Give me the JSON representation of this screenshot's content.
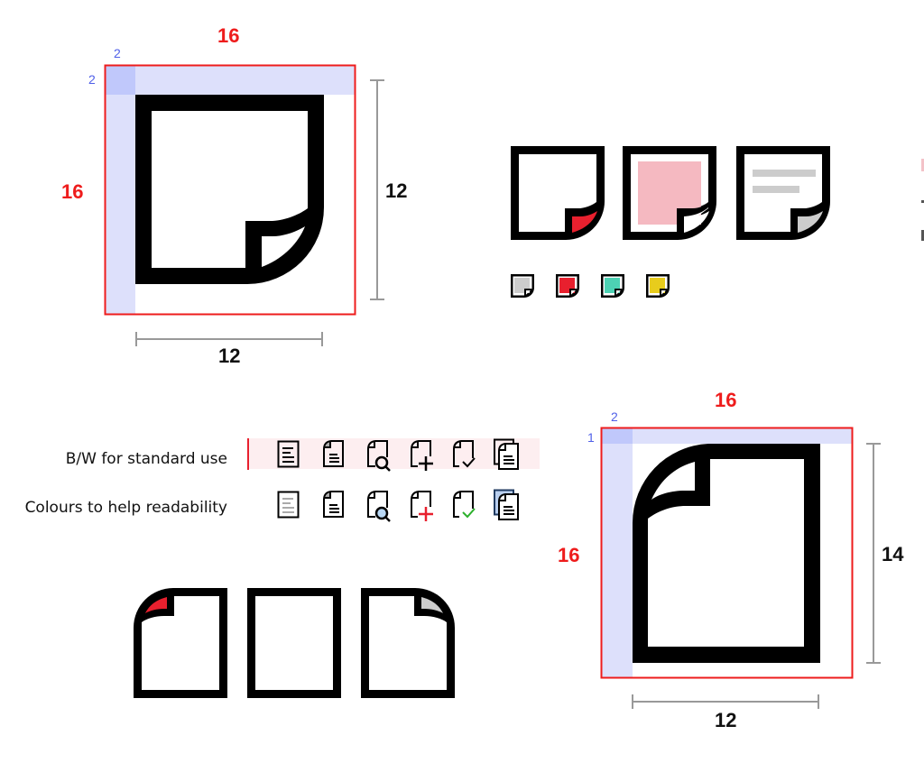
{
  "diagram_top_left": {
    "grid_size": "16",
    "grid_height": "16",
    "padding_top": "2",
    "padding_left": "2",
    "icon_width": "12",
    "icon_height": "12",
    "icon": "sticky-note-icon"
  },
  "sticky_variants": {
    "large": [
      {
        "name": "sticky-note-red-fold",
        "fold_color": "#e8202e",
        "content": "none"
      },
      {
        "name": "sticky-note-pink-fill",
        "fill_color": "#f5b9c1",
        "content": "pink-square"
      },
      {
        "name": "sticky-note-text-lines",
        "fold_color": "#cccccc",
        "content": "grey-lines",
        "line_color": "#cccccc"
      }
    ],
    "small": [
      {
        "name": "sticky-note-grey",
        "color": "#cccccc"
      },
      {
        "name": "sticky-note-red",
        "color": "#e8202e"
      },
      {
        "name": "sticky-note-teal",
        "color": "#4dd2b4"
      },
      {
        "name": "sticky-note-yellow",
        "color": "#e8cc1c"
      }
    ]
  },
  "icon_rows": {
    "bw_label": "B/W for standard use",
    "colour_label": "Colours to help readability",
    "highlight_color": "#fdeef0",
    "marker_color": "#e8202e",
    "icons": [
      {
        "name": "document-text-icon"
      },
      {
        "name": "document-fold-text-icon"
      },
      {
        "name": "document-search-icon",
        "accent": "#b9d8f5"
      },
      {
        "name": "document-add-icon",
        "accent": "#e8202e"
      },
      {
        "name": "document-check-icon",
        "accent": "#2cb02c"
      },
      {
        "name": "documents-copy-icon",
        "accent": "#b9cfef"
      }
    ]
  },
  "document_variants": [
    {
      "name": "document-red-fold",
      "fold_color": "#e8202e"
    },
    {
      "name": "document-plain"
    },
    {
      "name": "document-grey-fold",
      "fold_color": "#cccccc"
    }
  ],
  "diagram_bottom_right": {
    "grid_size": "16",
    "grid_height": "16",
    "padding_top": "1",
    "padding_left": "2",
    "icon_width": "12",
    "icon_height": "14",
    "icon": "document-icon"
  },
  "colors": {
    "grid_border": "#ee1c1c",
    "padding_fill": "#dde0fb",
    "padding_overlap": "#c0c8fb",
    "dimension_line": "#999999",
    "label_blue": "#5060e8"
  }
}
